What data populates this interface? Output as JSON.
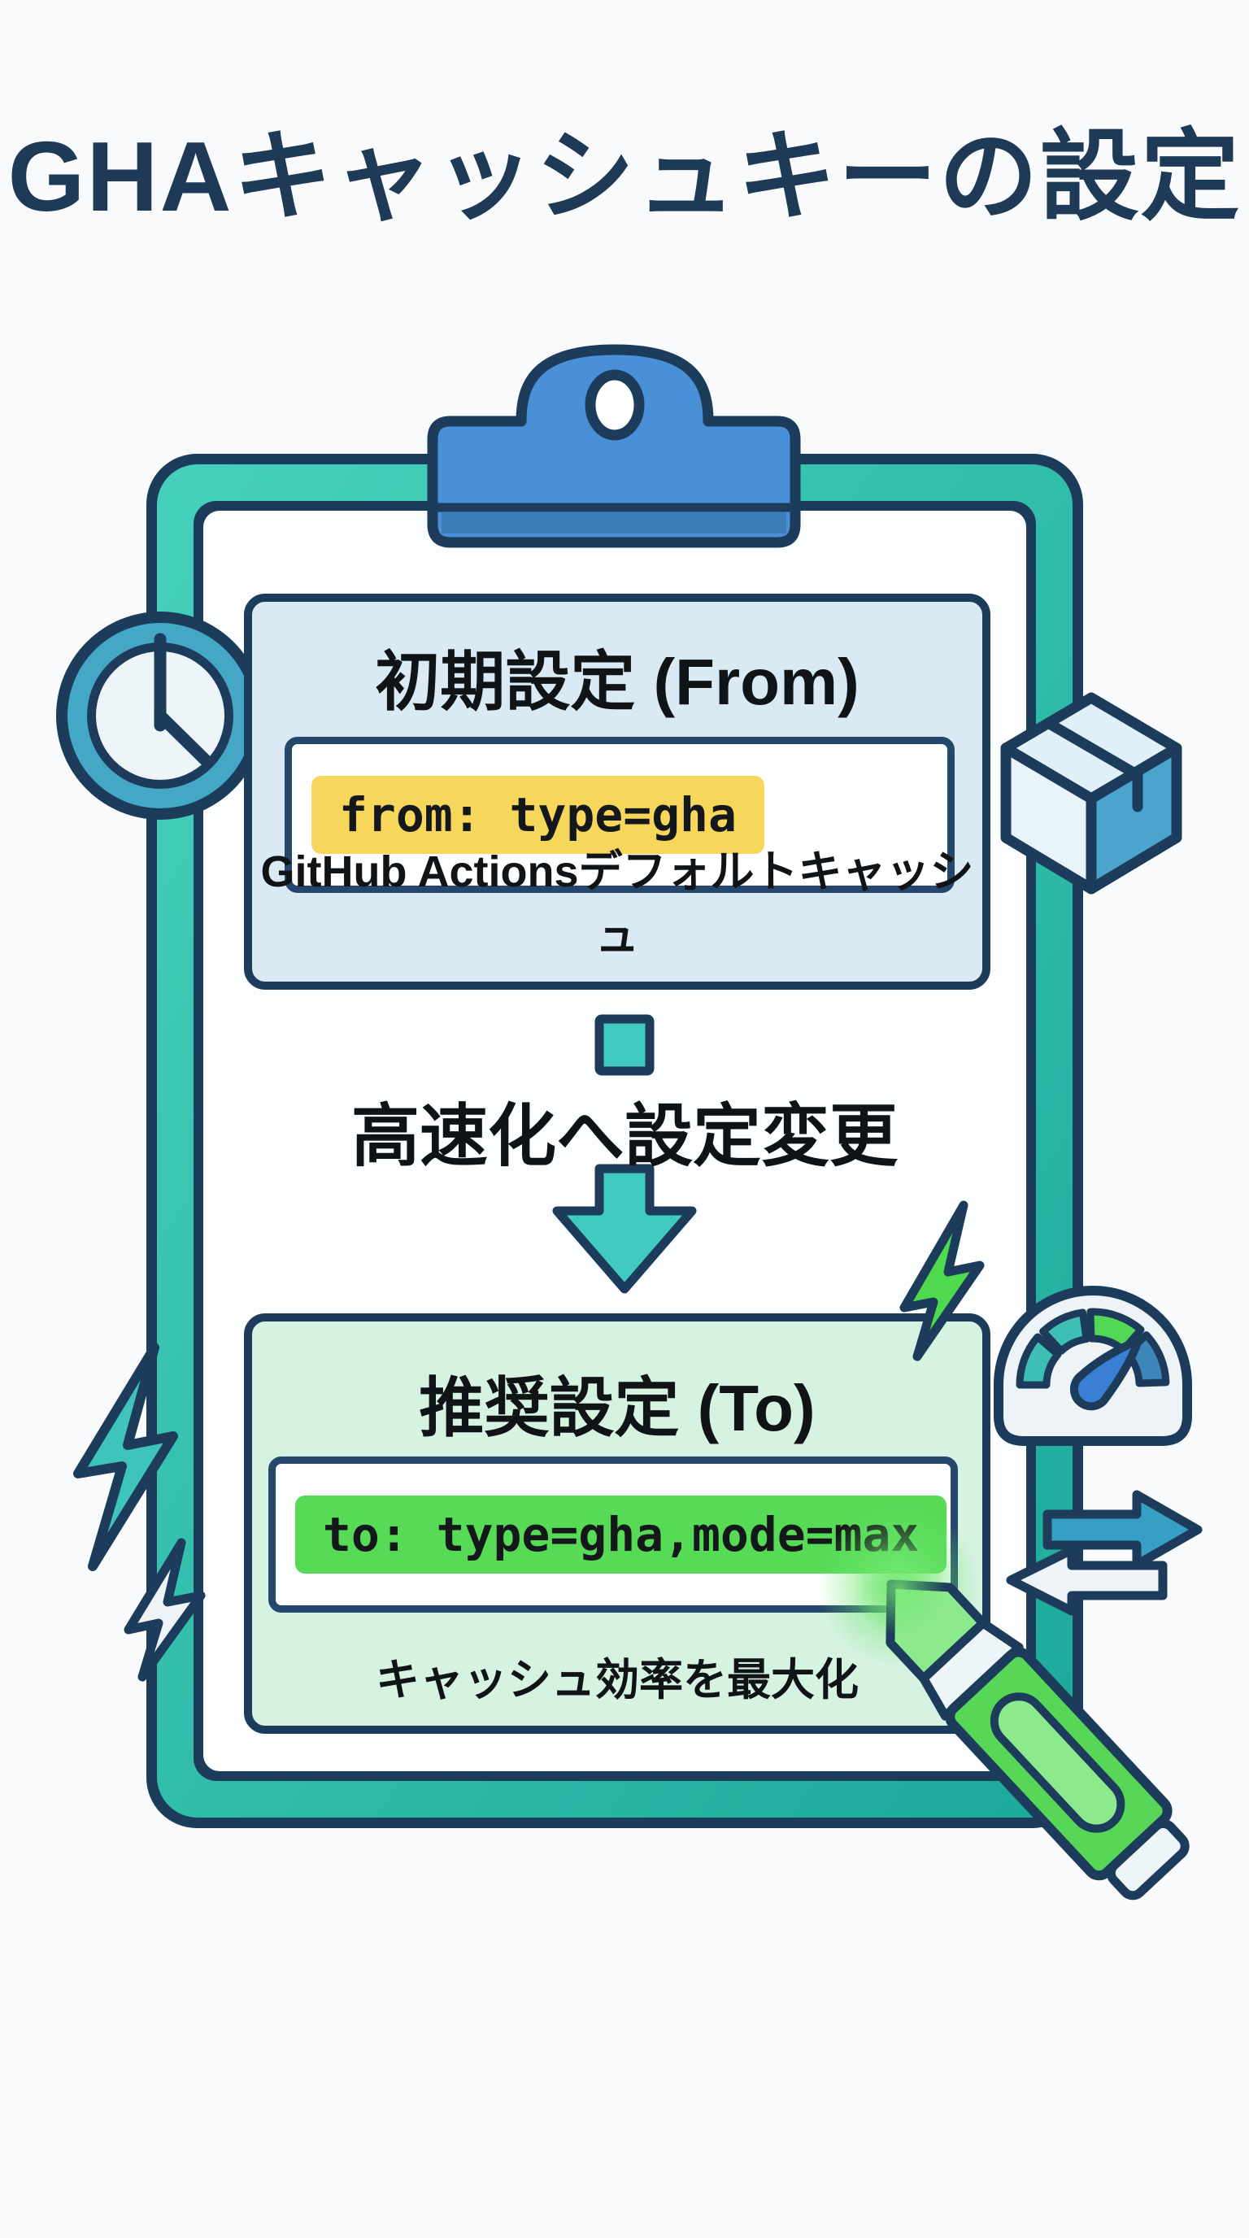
{
  "title": "GHAキャッシュキーの設定",
  "from_panel": {
    "title": "初期設定 (From)",
    "code": "from: type=gha",
    "caption": "GitHub Actionsデフォルトキャッシュ"
  },
  "transition": {
    "label": "高速化へ設定変更"
  },
  "to_panel": {
    "title": "推奨設定 (To)",
    "code": "to: type=gha,mode=max",
    "caption": "キャッシュ効率を最大化"
  },
  "icons": {
    "clipboard": "clipboard-board",
    "clip": "clipboard-clip-icon",
    "clock": "clock-icon",
    "package": "package-box-icon",
    "down_arrow": "down-arrow-icon",
    "lightning_teal": "lightning-bolt-teal-icon",
    "lightning_white": "lightning-bolt-white-icon",
    "lightning_green": "lightning-bolt-green-icon",
    "speedometer": "speedometer-icon",
    "arrow_right": "right-arrow-icon",
    "arrow_left": "left-arrow-icon",
    "highlighter": "highlighter-pen-icon"
  },
  "colors": {
    "background": "#f8fafb",
    "navy_outline": "#1d3c5c",
    "title_text": "#1e3a57",
    "frame_teal": "#2fc0ae",
    "clip_blue": "#4a90d6",
    "from_panel_bg": "#d9eaf5",
    "to_panel_bg": "#d6f2e1",
    "yellow_highlight": "#f6d75c",
    "green_highlight": "#57db57",
    "arrow_teal": "#3fc9c0",
    "right_arrow_blue": "#379fc4",
    "gauge_green": "#52d856",
    "gauge_blue": "#3d87b8",
    "needle_blue": "#3b7fd4",
    "pen_green": "#57d657"
  }
}
